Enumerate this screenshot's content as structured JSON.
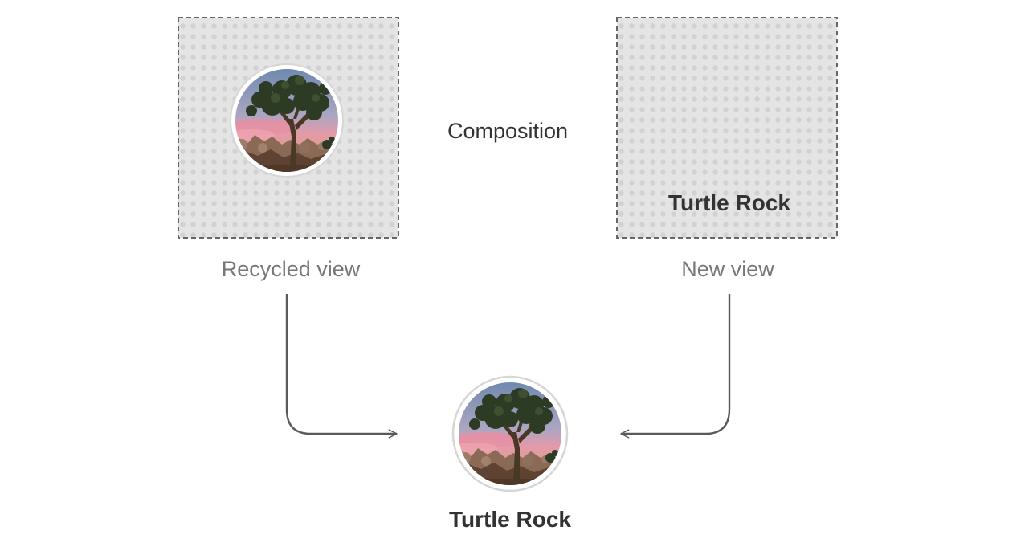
{
  "diagram": {
    "left_panel": {
      "caption": "Recycled view"
    },
    "right_panel": {
      "caption": "New view",
      "title": "Turtle Rock"
    },
    "center_label": "Composition",
    "result": {
      "title": "Turtle Rock"
    },
    "colors": {
      "panel_fill": "#e4e4e4",
      "panel_dot": "#d0d0d0",
      "panel_border": "#666666",
      "caption_text": "#777777",
      "title_text": "#333333",
      "arrow": "#5a5a5a",
      "circle_ring": "#d6d6d6",
      "sky_top": "#6f86a8",
      "sky_pink": "#e49aa8",
      "ground": "#6a4a36",
      "tree": "#2f3d26"
    },
    "icons": {
      "photo": "joshua-tree-photo",
      "arrow_left": "arrow-curve-right-icon",
      "arrow_right": "arrow-curve-left-icon"
    }
  }
}
